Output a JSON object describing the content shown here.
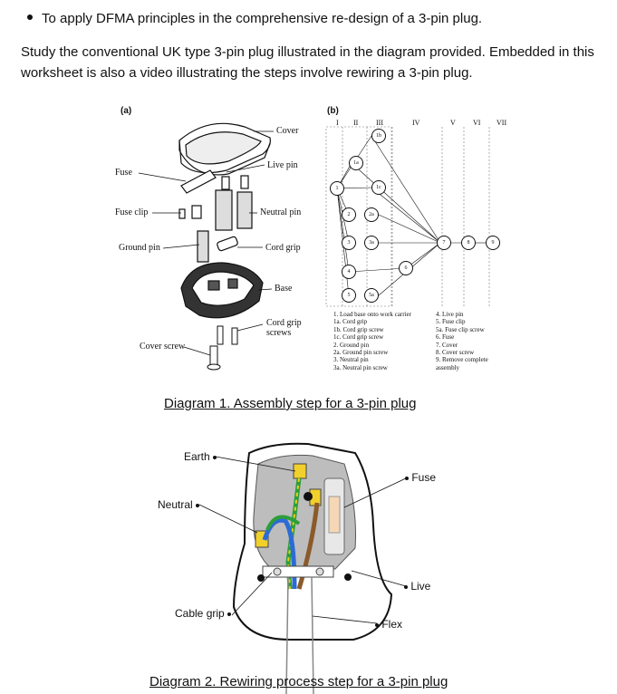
{
  "header": {
    "bullet_text": "To apply DFMA principles in the comprehensive re-design of a 3-pin plug.",
    "paragraph": "Study the conventional UK type 3-pin plug illustrated in the diagram provided. Embedded in this worksheet is also a video illustrating the steps involve rewiring a 3-pin plug."
  },
  "diagram1": {
    "tag_a": "(a)",
    "tag_b": "(b)",
    "part_labels": {
      "cover": "Cover",
      "live_pin": "Live pin",
      "fuse": "Fuse",
      "fuse_clip": "Fuse clip",
      "neutral_pin": "Neutral pin",
      "ground_pin": "Ground pin",
      "cord_grip": "Cord grip",
      "base": "Base",
      "cord_grip_screws_1": "Cord grip",
      "cord_grip_screws_2": "screws",
      "cover_screw": "Cover screw"
    },
    "stages": [
      "I",
      "II",
      "III",
      "IV",
      "V",
      "VI",
      "VII"
    ],
    "nodes": [
      "1",
      "1a",
      "1b",
      "1c",
      "2",
      "2a",
      "3",
      "3a",
      "4",
      "5",
      "5a",
      "6",
      "7",
      "8",
      "9"
    ],
    "legend_left": "1. Load base onto work carrier\n1a. Cord grip\n1b. Cord grip screw\n1c. Cord grip screw\n2. Ground pin\n2a. Ground pin screw\n3. Neutral pin\n3a. Neutral pin screw",
    "legend_right": "4. Live pin\n5. Fuse clip\n5a. Fuse clip screw\n6. Fuse\n7. Cover\n8. Cover screw\n9. Remove complete\n   assembly",
    "caption": "Diagram 1. Assembly step for a 3-pin plug"
  },
  "diagram2": {
    "labels": {
      "earth": "Earth",
      "neutral": "Neutral",
      "cable_grip": "Cable grip",
      "fuse": "Fuse",
      "live": "Live",
      "flex": "Flex"
    },
    "caption": "Diagram 2. Rewiring process step for a 3-pin plug"
  }
}
